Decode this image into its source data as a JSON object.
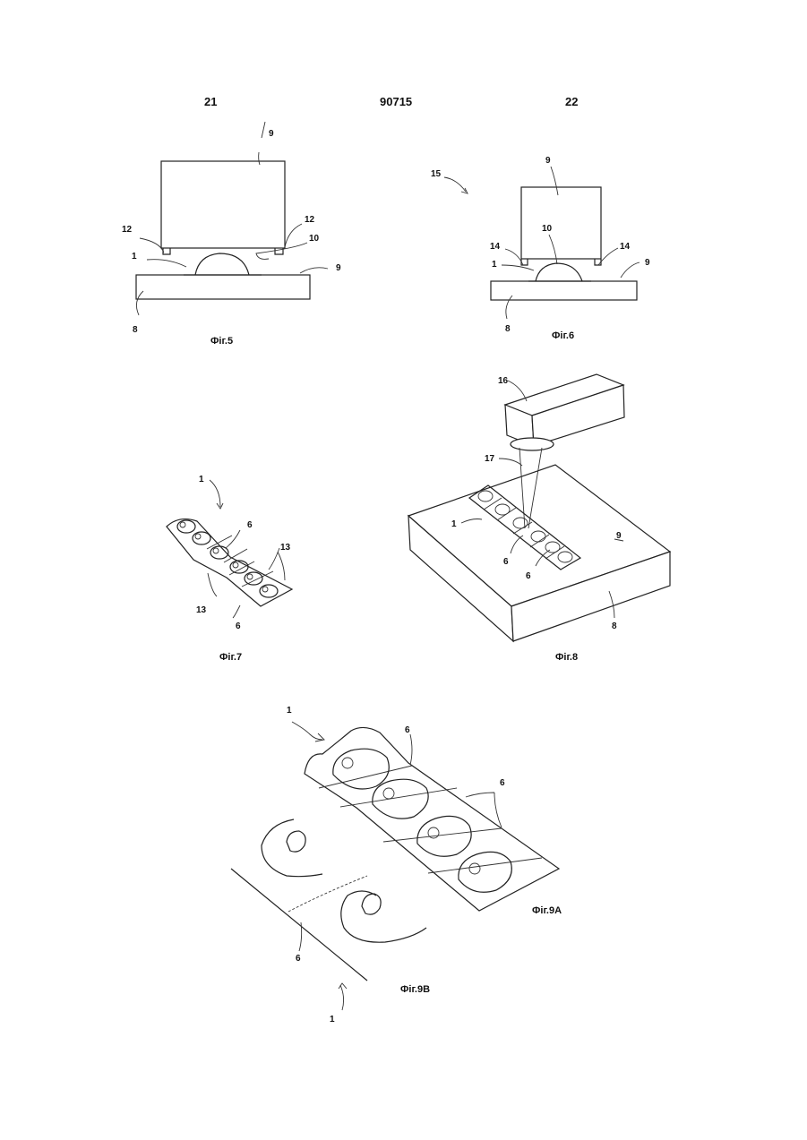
{
  "header": {
    "left_page": "21",
    "patent_number": "90715",
    "right_page": "22"
  },
  "figures": {
    "fig5": {
      "caption": "Фіг.5",
      "labels": {
        "top_block": "9",
        "left_recess": "12",
        "right_recess": "12",
        "bump": "10",
        "device": "1",
        "layer": "9",
        "substrate": "8"
      }
    },
    "fig6": {
      "caption": "Фіг.6",
      "labels": {
        "assembly": "15",
        "top_block": "9",
        "bump": "10",
        "left_recess": "14",
        "right_recess": "14",
        "device": "1",
        "layer": "9",
        "substrate": "8"
      }
    },
    "fig7": {
      "caption": "Фіг.7",
      "labels": {
        "device": "1",
        "joint_top": "6",
        "cells_right": "13",
        "cells_left": "13",
        "joint_bottom": "6"
      }
    },
    "fig8": {
      "caption": "Фіг.8",
      "labels": {
        "laser": "16",
        "beam": "17",
        "device": "1",
        "surface": "9",
        "joint_a": "6",
        "joint_b": "6",
        "substrate": "8"
      }
    },
    "fig9a": {
      "caption": "Фіг.9А",
      "labels": {
        "device": "1",
        "joint_top": "6",
        "joint_right": "6"
      }
    },
    "fig9b": {
      "caption": "Фіг.9В",
      "labels": {
        "joint": "6",
        "device": "1"
      }
    }
  }
}
